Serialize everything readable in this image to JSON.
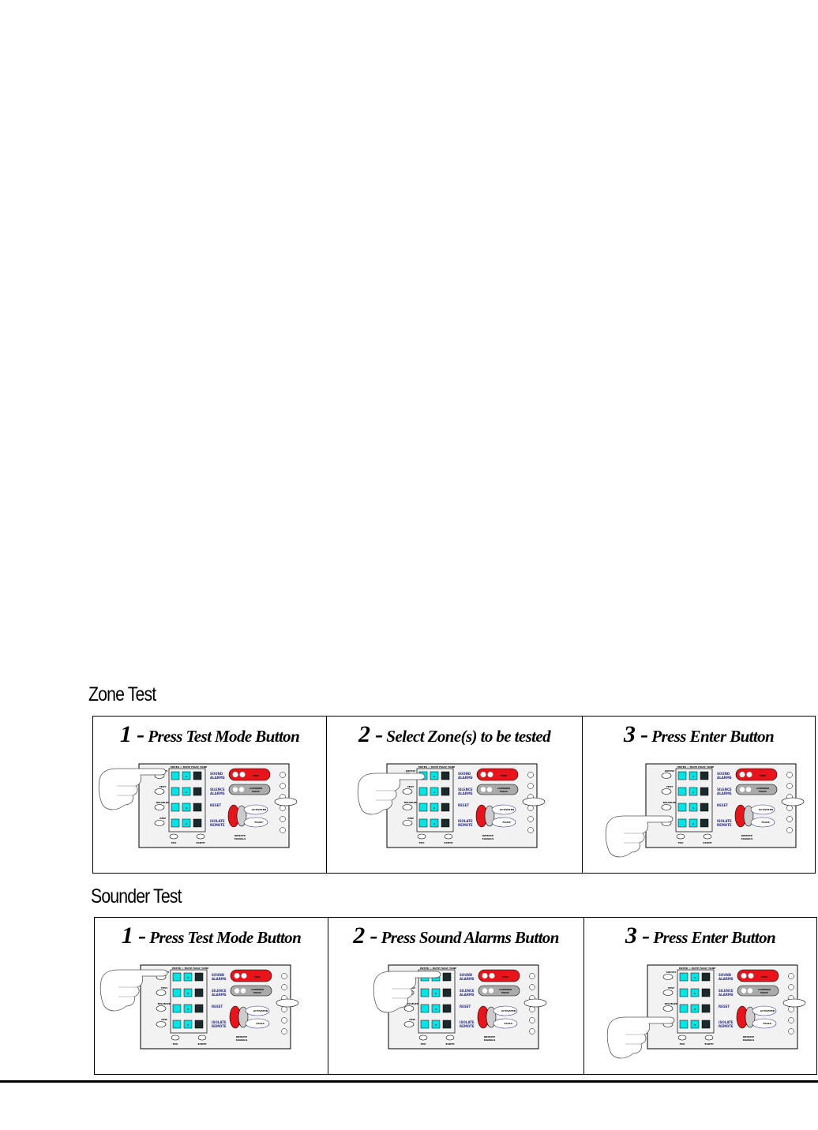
{
  "sections": [
    {
      "title": "Zone Test",
      "steps": [
        {
          "num": "1 -",
          "text": "Press Test Mode Button",
          "hand": "test-mode"
        },
        {
          "num": "2 -",
          "text": "Select Zone(s) to be tested",
          "hand": "zone"
        },
        {
          "num": "3 -",
          "text": "Press Enter Button",
          "hand": "enter"
        }
      ]
    },
    {
      "title": "Sounder Test",
      "steps": [
        {
          "num": "1 -",
          "text": "Press Test Mode Button",
          "hand": "test-mode"
        },
        {
          "num": "2 -",
          "text": "Press Sound Alarms Button",
          "hand": "sound-alarms"
        },
        {
          "num": "3 -",
          "text": "Press Enter Button",
          "hand": "enter"
        }
      ]
    }
  ],
  "panel": {
    "header": "ENTER = MUTE FAULT TONE",
    "left_labels": [
      "SUPPLY HEALTHY",
      "TEST MODE",
      "DISABLED",
      "AEW"
    ],
    "right_labels": [
      "SOUND ALARMS",
      "SILENCE ALARMS",
      "RESET",
      "ISOLATE REMOTE"
    ],
    "fire_label": "FIRE",
    "fault_label": "FAULT",
    "common_fault": "COMMON FAULT",
    "activated": "ACTIVATED",
    "fault_disabled": "FAULT/ DISABLED",
    "remote_signals": "REMOTE SIGNALS",
    "bottom_labels": [
      "PSU",
      "EARTH"
    ],
    "keys": [
      "1",
      "2",
      "3",
      "4"
    ],
    "colors": {
      "key": "#00e6e6",
      "fire": "#e8141b",
      "label": "#2b2f8a",
      "panel_bg": "#f2f2f2"
    }
  }
}
